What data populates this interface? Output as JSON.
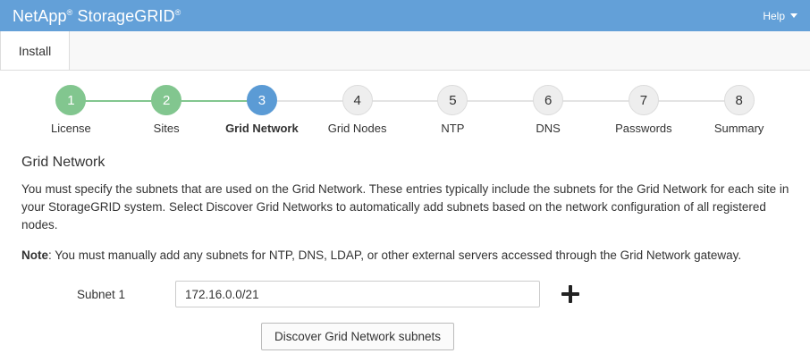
{
  "header": {
    "brand_part1": "NetApp",
    "brand_sup1": "®",
    "brand_part2": "StorageGRID",
    "brand_sup2": "®",
    "help_label": "Help",
    "caret_icon": "chevron-down-icon",
    "background_color": "#63a0d8"
  },
  "tabs": [
    {
      "label": "Install",
      "active": true
    }
  ],
  "wizard": {
    "steps": [
      {
        "number": "1",
        "label": "License",
        "state": "done"
      },
      {
        "number": "2",
        "label": "Sites",
        "state": "done"
      },
      {
        "number": "3",
        "label": "Grid Network",
        "state": "active"
      },
      {
        "number": "4",
        "label": "Grid Nodes",
        "state": "todo"
      },
      {
        "number": "5",
        "label": "NTP",
        "state": "todo"
      },
      {
        "number": "6",
        "label": "DNS",
        "state": "todo"
      },
      {
        "number": "7",
        "label": "Passwords",
        "state": "todo"
      },
      {
        "number": "8",
        "label": "Summary",
        "state": "todo"
      }
    ],
    "colors": {
      "done": "#82c68f",
      "active": "#5b9bd5",
      "todo": "#eeeeee",
      "connector_done": "#82c68f",
      "connector_todo": "#e3e3e3"
    }
  },
  "main": {
    "title": "Grid Network",
    "description": "You must specify the subnets that are used on the Grid Network. These entries typically include the subnets for the Grid Network for each site in your StorageGRID system. Select Discover Grid Networks to automatically add subnets based on the network configuration of all registered nodes.",
    "note_prefix": "Note",
    "note_text": ": You must manually add any subnets for NTP, DNS, LDAP, or other external servers accessed through the Grid Network gateway.",
    "subnet_label": "Subnet 1",
    "subnet_value": "172.16.0.0/21",
    "subnet_placeholder": "",
    "add_icon": "plus-icon",
    "discover_button_label": "Discover Grid Network subnets"
  }
}
